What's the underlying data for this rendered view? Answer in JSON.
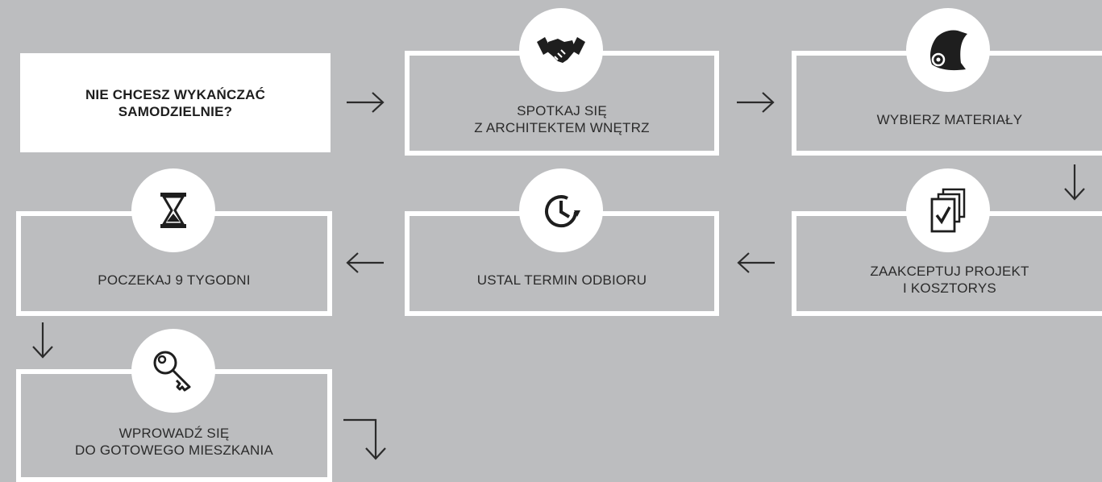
{
  "intro": {
    "label": "NIE CHCESZ WYKAŃCZAĆ\nSAMODZIELNIE?"
  },
  "steps": [
    {
      "label": "SPOTKAJ SIĘ\nZ ARCHITEKTEM WNĘTRZ",
      "icon": "handshake-icon"
    },
    {
      "label": "WYBIERZ MATERIAŁY",
      "icon": "fabric-roll-icon"
    },
    {
      "label": "ZAAKCEPTUJ PROJEKT\nI KOSZTORYS",
      "icon": "documents-check-icon"
    },
    {
      "label": "USTAL TERMIN ODBIORU",
      "icon": "clock-refresh-icon"
    },
    {
      "label": "POCZEKAJ 9 TYGODNI",
      "icon": "hourglass-icon"
    },
    {
      "label": "WPROWADŹ SIĘ\nDO GOTOWEGO MIESZKANIA",
      "icon": "key-icon"
    }
  ],
  "colors": {
    "background": "#bcbdbf",
    "box_border": "#ffffff",
    "text": "#2b2b2b",
    "arrow": "#2b2b2b"
  }
}
